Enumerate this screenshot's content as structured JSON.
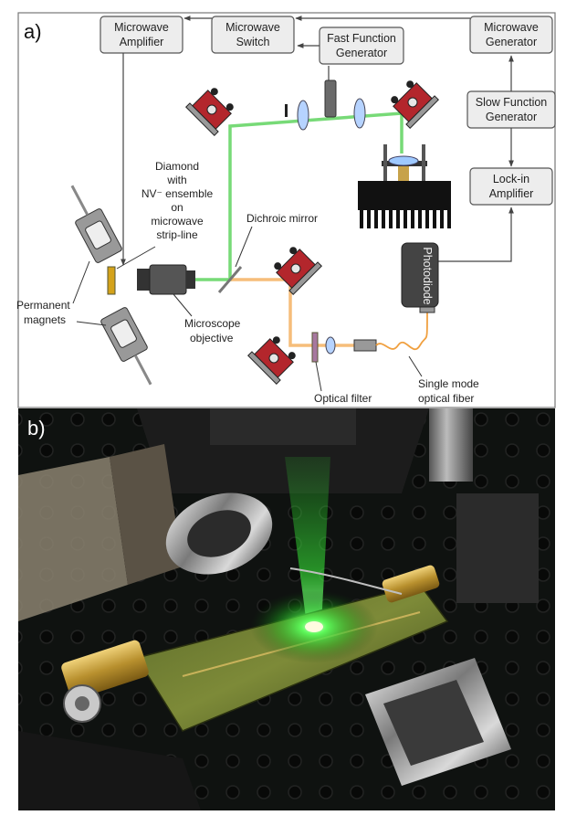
{
  "panels": {
    "a": "a)",
    "b": "b)"
  },
  "boxes": {
    "microwave_amplifier": [
      "Microwave",
      "Amplifier"
    ],
    "microwave_switch": [
      "Microwave",
      "Switch"
    ],
    "fast_function_generator": [
      "Fast Function",
      "Generator"
    ],
    "microwave_generator": [
      "Microwave",
      "Generator"
    ],
    "slow_function_generator": [
      "Slow Function",
      "Generator"
    ],
    "lock_in_amplifier": [
      "Lock-in",
      "Amplifier"
    ],
    "photodiode": "Photodiode"
  },
  "labels": {
    "diamond": [
      "Diamond",
      "with",
      "NV⁻ ensemble",
      "on",
      "microwave",
      "strip-line"
    ],
    "dichroic_mirror": "Dichroic mirror",
    "permanent_magnets": [
      "Permanent",
      "magnets"
    ],
    "microscope_objective": [
      "Microscope",
      "objective"
    ],
    "optical_filter": "Optical filter",
    "single_mode_fiber": [
      "Single mode",
      "optical fiber"
    ]
  },
  "colors": {
    "green_beam": "#5fd35f",
    "orange_beam": "#f5b66c",
    "mount_red": "#b3262c",
    "photo_bg": "#0f1210",
    "photo_glow": "#35ff35"
  }
}
